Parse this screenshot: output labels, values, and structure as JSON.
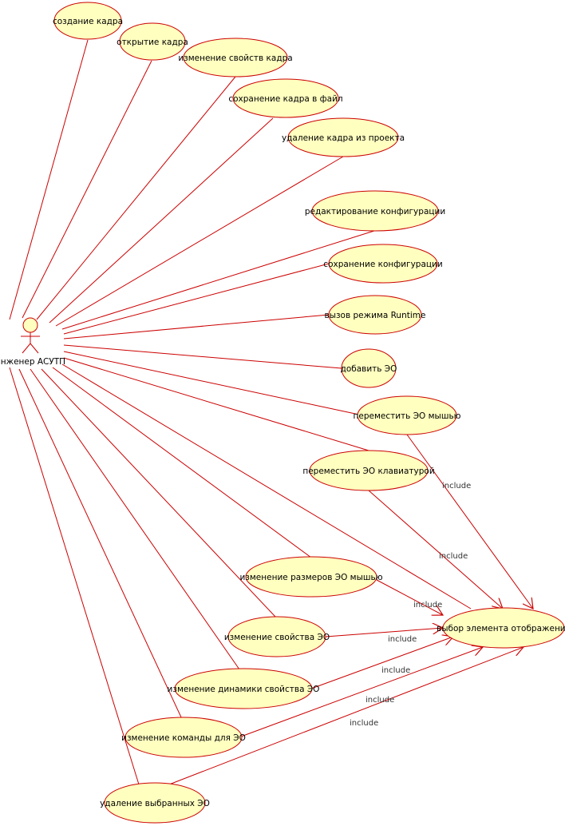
{
  "colors": {
    "line": "#cc0000",
    "fill": "#ffffc0",
    "text": "#000000"
  },
  "actor": {
    "label": "инженер АСУТП",
    "icon": "stick-figure-icon"
  },
  "use_cases": [
    {
      "id": "uc1",
      "label": "создание кадра"
    },
    {
      "id": "uc2",
      "label": "открытие кадра"
    },
    {
      "id": "uc3",
      "label": "изменение свойств кадра"
    },
    {
      "id": "uc4",
      "label": "сохранение кадра в файл"
    },
    {
      "id": "uc5",
      "label": "удаление кадра из проекта"
    },
    {
      "id": "uc6",
      "label": "редактирование конфигурации"
    },
    {
      "id": "uc7",
      "label": "сохранение конфигурации"
    },
    {
      "id": "uc8",
      "label": "вызов режима Runtime"
    },
    {
      "id": "uc9",
      "label": "добавить ЭО"
    },
    {
      "id": "uc10",
      "label": "переместить ЭО мышью"
    },
    {
      "id": "uc11",
      "label": "переместить ЭО клавиатурой"
    },
    {
      "id": "uc12",
      "label": "изменение размеров ЭО мышью"
    },
    {
      "id": "uc13",
      "label": "изменение свойства ЭО"
    },
    {
      "id": "uc14",
      "label": "изменение динамики свойства ЭО"
    },
    {
      "id": "uc15",
      "label": "изменение команды для ЭО"
    },
    {
      "id": "uc16",
      "label": "удаление выбранных ЭО"
    },
    {
      "id": "uc17",
      "label": "выбор элемента отображения"
    }
  ],
  "include_label": "include"
}
